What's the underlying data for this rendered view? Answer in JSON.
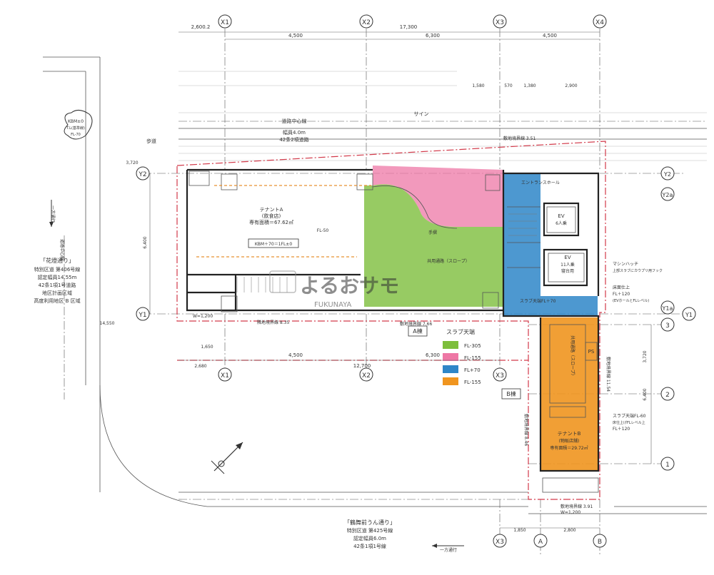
{
  "grid": {
    "x_axes": [
      "X1",
      "X2",
      "X3",
      "X4"
    ],
    "y_axes": [
      "Y2",
      "Y1",
      "Y2a",
      "Y1a"
    ],
    "b_axes": [
      "A",
      "B"
    ],
    "num_axes": [
      "3",
      "2",
      "1"
    ]
  },
  "dimensions": {
    "top_total": "17,300",
    "top_left": "2,600.2",
    "top_1": "4,500",
    "top_2": "6,300",
    "top_3": "4,500",
    "top_sub": [
      "1,580",
      "570",
      "1,380",
      "2,900"
    ],
    "bottom_total": "12,700",
    "bottom_1": "4,500",
    "bottom_2": "6,300",
    "bottom_left": "2,680",
    "bottom_sub": "1,650",
    "b_bottom_1": "1,850",
    "b_bottom_2": "2,800",
    "left_1": "3,720",
    "left_2": "6,400",
    "left_3": "14,550",
    "right_1": "6,400",
    "right_2": "3,720",
    "w_tags": [
      "W=1,200",
      "W=1,200"
    ]
  },
  "roads": {
    "north_center": "道路中心線",
    "north_width": "幅員4.0m",
    "north_class": "42条2項道路",
    "sidewalk": "歩道",
    "west_name": "「花燈通り」",
    "west_lines": [
      "特別区道 第406号線",
      "認定幅員14.55m",
      "42条1項1号道路",
      "地区計画区域",
      "高度利用地区 B 区域"
    ],
    "south_name": "「鶴舞前うん通り」",
    "south_lines": [
      "特別区道 第425号線",
      "認定幅員6.0m",
      "42条1項1号線"
    ],
    "west_center": "道路中心線",
    "oneway_west": "一方通行",
    "oneway_south": "一方通行"
  },
  "rooms": {
    "tenant_a_title": "テナントA",
    "tenant_a_sub": "(飲食店)",
    "tenant_a_area": "専有面積＝67.62㎡",
    "tenant_a_fl": "FL-50",
    "tenant_a_level": "KBM＋70＝1FL±0",
    "slope": "共用通路（スロープ）",
    "steps": "手摺",
    "tenant_b_title": "テナントB",
    "tenant_b_sub": "(物販店舗)",
    "tenant_b_area": "専有面積＝29.72㎡",
    "ev_small": "EV",
    "ev_small_sub": "6人乗",
    "ev_big": "EV",
    "ev_big_sub": "11人乗",
    "ev_big_sub2": "寝台用",
    "sign": "サイン",
    "ps": "PS",
    "shared_corridor": "共用通路（スロープ）",
    "entrance_hall": "エントランスホール",
    "a_building": "A棟",
    "b_building": "B棟"
  },
  "annotations": {
    "hatch": "マシンハッチ",
    "hatch_sub": "上部スラブにカウプリ用フック",
    "floor_height": "床面仕上",
    "fl120": "FL＋120",
    "ev_hall": "(EVホールとFLレベル)",
    "slab_lift": "スラブ天端FL-60",
    "slab_lift2": "床仕上げFLレベル上",
    "fl_120b": "FL＋120",
    "slab_top": "スラブ天端FL＋70",
    "boundary_top": "敷地境界線 3.51",
    "boundary_a": "敷地境界線 7.66",
    "boundary_b": "敷地境界線 3.91",
    "boundary_mid": "敷地境界線 8.46",
    "boundary_right": "敷地境界線 11.54",
    "pr_line": "隣地境界線 8.35",
    "kbm": "KBM±0",
    "kbm_sub": "T.L(基準線)",
    "kbm_sub2": "FL-70"
  },
  "legend": {
    "title": "スラブ天端",
    "items": [
      {
        "label": "FL-305",
        "color": "#7dbe3c"
      },
      {
        "label": "FL-155",
        "color": "#ee77a5"
      },
      {
        "label": "FL+70",
        "color": "#2e86c8"
      },
      {
        "label": "FL-155",
        "color": "#f0951f"
      }
    ]
  },
  "colors": {
    "green": "#7dbe3c",
    "pink": "#ee77a5",
    "blue": "#2e86c8",
    "orange": "#f0951f"
  },
  "watermark": {
    "main": "よるおサモ",
    "sub": "FUKUNAYA"
  }
}
